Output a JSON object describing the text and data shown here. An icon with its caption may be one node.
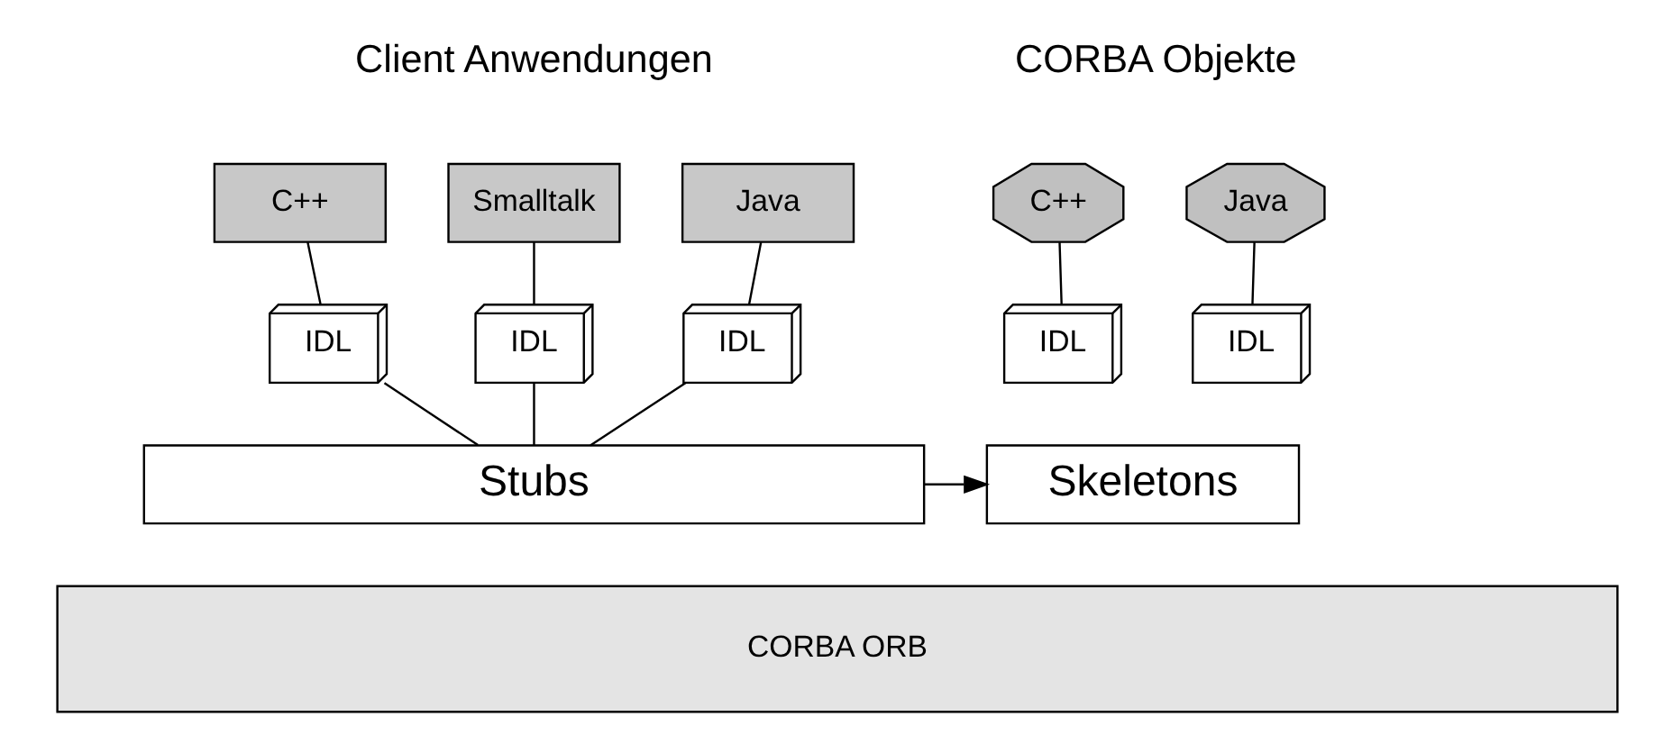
{
  "diagram": {
    "nodes": [
      {
        "text": [
          "C++"
        ]
      },
      {
        "text": [
          "Smalltalk"
        ]
      },
      {
        "text": [
          "Java"
        ]
      },
      {
        "text": [
          "IDL"
        ]
      },
      {
        "text": [
          "IDL"
        ]
      },
      {
        "text": [
          "IDL"
        ]
      },
      {
        "text": [
          "Stubs"
        ]
      },
      {
        "text": [
          "C++"
        ]
      },
      {
        "text": [
          "Java"
        ]
      },
      {
        "text": [
          "IDL"
        ]
      },
      {
        "text": [
          "IDL"
        ]
      },
      {
        "text": [
          "Skeletons"
        ]
      },
      {
        "text": [
          "CORBA ORB"
        ]
      }
    ],
    "edges": [
      {
        "from": 0,
        "to": 3,
        "arrow": "none"
      },
      {
        "from": 1,
        "to": 4,
        "arrow": "none"
      },
      {
        "from": 2,
        "to": 5,
        "arrow": "none"
      },
      {
        "from": 3,
        "to": 6,
        "arrow": "none"
      },
      {
        "from": 4,
        "to": 6,
        "arrow": "none"
      },
      {
        "from": 5,
        "to": 6,
        "arrow": "none"
      },
      {
        "from": 7,
        "to": 9,
        "arrow": "none"
      },
      {
        "from": 8,
        "to": 10,
        "arrow": "none"
      },
      {
        "from": 6,
        "to": 11,
        "arrow": "to"
      }
    ],
    "labels": [
      "Client Anwendungen",
      "CORBA Objekte"
    ]
  }
}
